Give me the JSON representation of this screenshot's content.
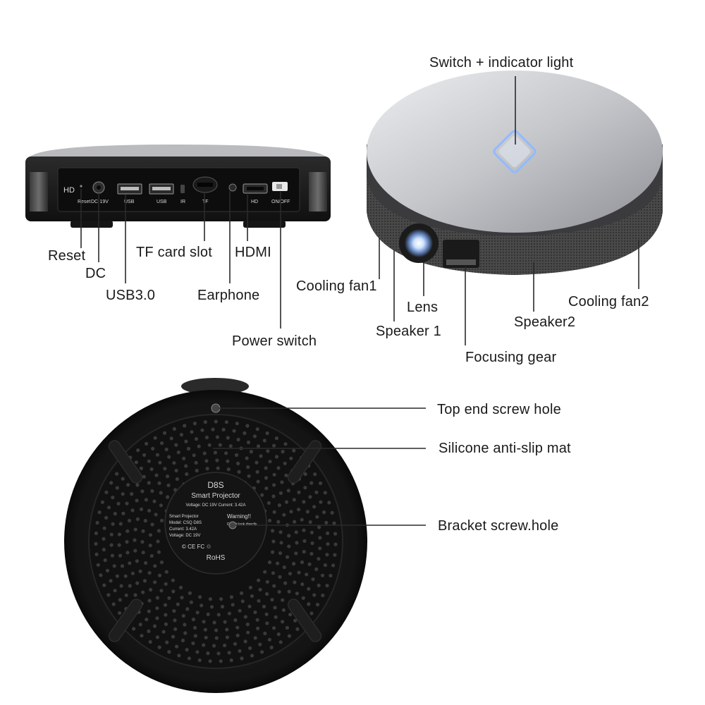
{
  "back_panel": {
    "port_markings": {
      "hd": "HD",
      "reset": "Reset",
      "dc": "DC-19V",
      "usb1": "USB",
      "usb2": "USB",
      "ir": "IR",
      "tf": "TF",
      "hdmi": "HD",
      "onoff": "ON/OFF"
    },
    "callouts": {
      "reset": "Reset",
      "dc": "DC",
      "usb": "USB3.0",
      "tf_card": "TF card slot",
      "hdmi": "HDMI",
      "earphone": "Earphone",
      "power_switch": "Power switch"
    }
  },
  "front_view": {
    "callouts": {
      "switch": "Switch + indicator light",
      "cooling_fan1": "Cooling fan1",
      "lens": "Lens",
      "speaker1": "Speaker 1",
      "speaker2": "Speaker2",
      "cooling_fan2": "Cooling fan2",
      "focusing_gear": "Focusing gear"
    }
  },
  "bottom_view": {
    "sticker": {
      "model": "D8S",
      "product": "Smart Projector",
      "rating": "Voltage: DC 19V   Current: 3.42A",
      "line1": "Smart Projector",
      "line2": "Model: CSQ D8S",
      "line3": "Current: 3.42A",
      "line4": "Voltage: DC 19V",
      "warning": "Warning!!",
      "warning_text": "Do not look directly",
      "rohs": "RoHS"
    },
    "callouts": {
      "top_screw": "Top end screw hole",
      "silicone_mat": "Silicone anti-slip mat",
      "bracket_screw": "Bracket screw.hole"
    }
  },
  "colors": {
    "device_body": "#1c1c1c",
    "top_silver": "#c9cace",
    "indicator_glow": "#8fb8ff"
  }
}
